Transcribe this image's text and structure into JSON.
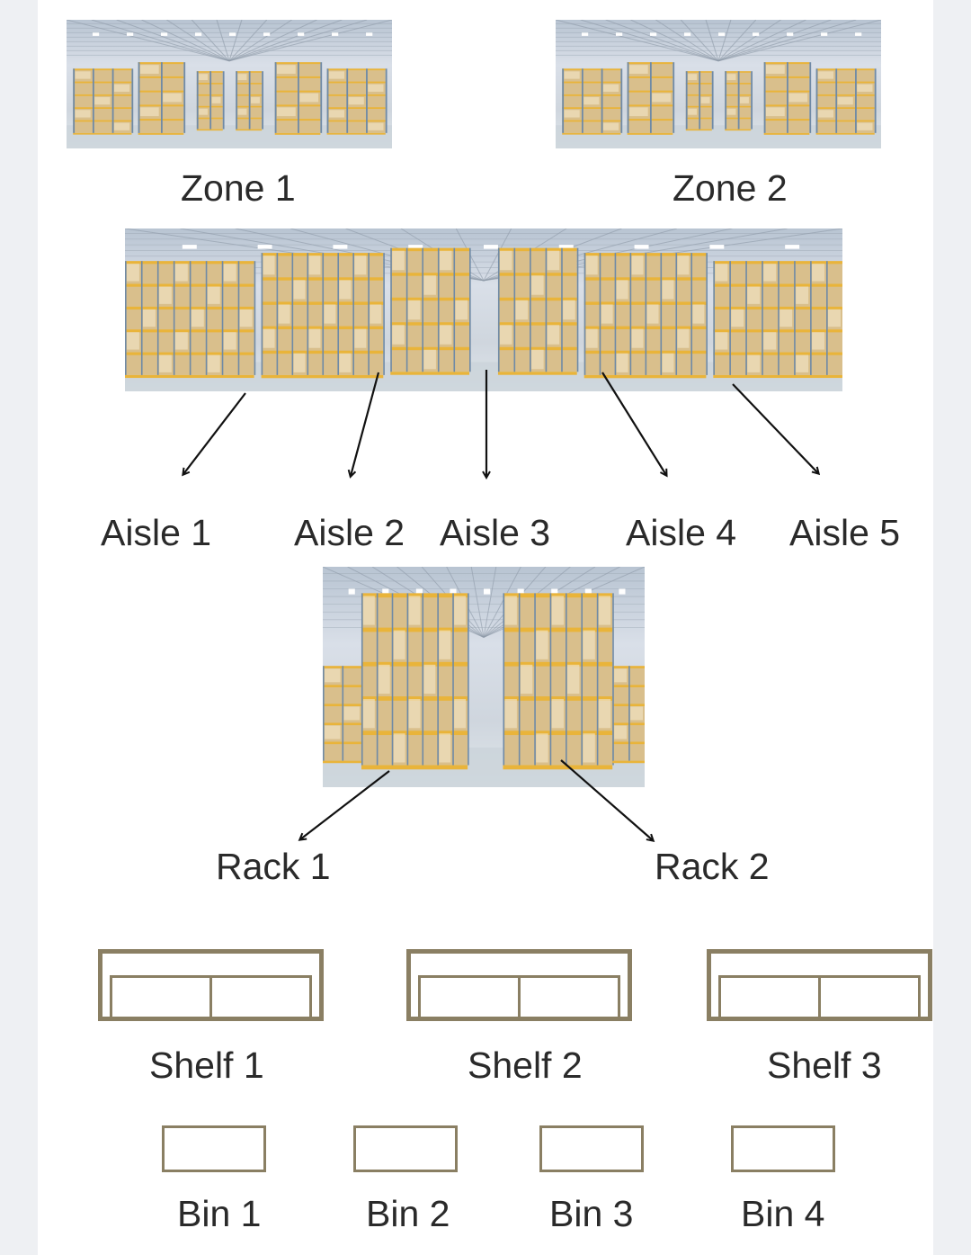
{
  "zones": [
    {
      "label": "Zone 1"
    },
    {
      "label": "Zone 2"
    }
  ],
  "aisles": [
    {
      "label": "Aisle 1"
    },
    {
      "label": "Aisle 2"
    },
    {
      "label": "Aisle 3"
    },
    {
      "label": "Aisle 4"
    },
    {
      "label": "Aisle 5"
    }
  ],
  "racks": [
    {
      "label": "Rack 1"
    },
    {
      "label": "Rack 2"
    }
  ],
  "shelves": [
    {
      "label": "Shelf 1"
    },
    {
      "label": "Shelf 2"
    },
    {
      "label": "Shelf 3"
    }
  ],
  "bins": [
    {
      "label": "Bin 1"
    },
    {
      "label": "Bin 2"
    },
    {
      "label": "Bin 3"
    },
    {
      "label": "Bin 4"
    }
  ],
  "colors": {
    "shelf_outline": "#8a7f63",
    "arrow": "#111111",
    "rack_yellow": "#e9b43a",
    "box_tan": "#d9bf8c"
  },
  "icons": {
    "warehouse_photo": "warehouse-photo-icon",
    "shelf": "shelf-icon",
    "bin": "bin-icon",
    "arrow": "arrow-icon"
  }
}
